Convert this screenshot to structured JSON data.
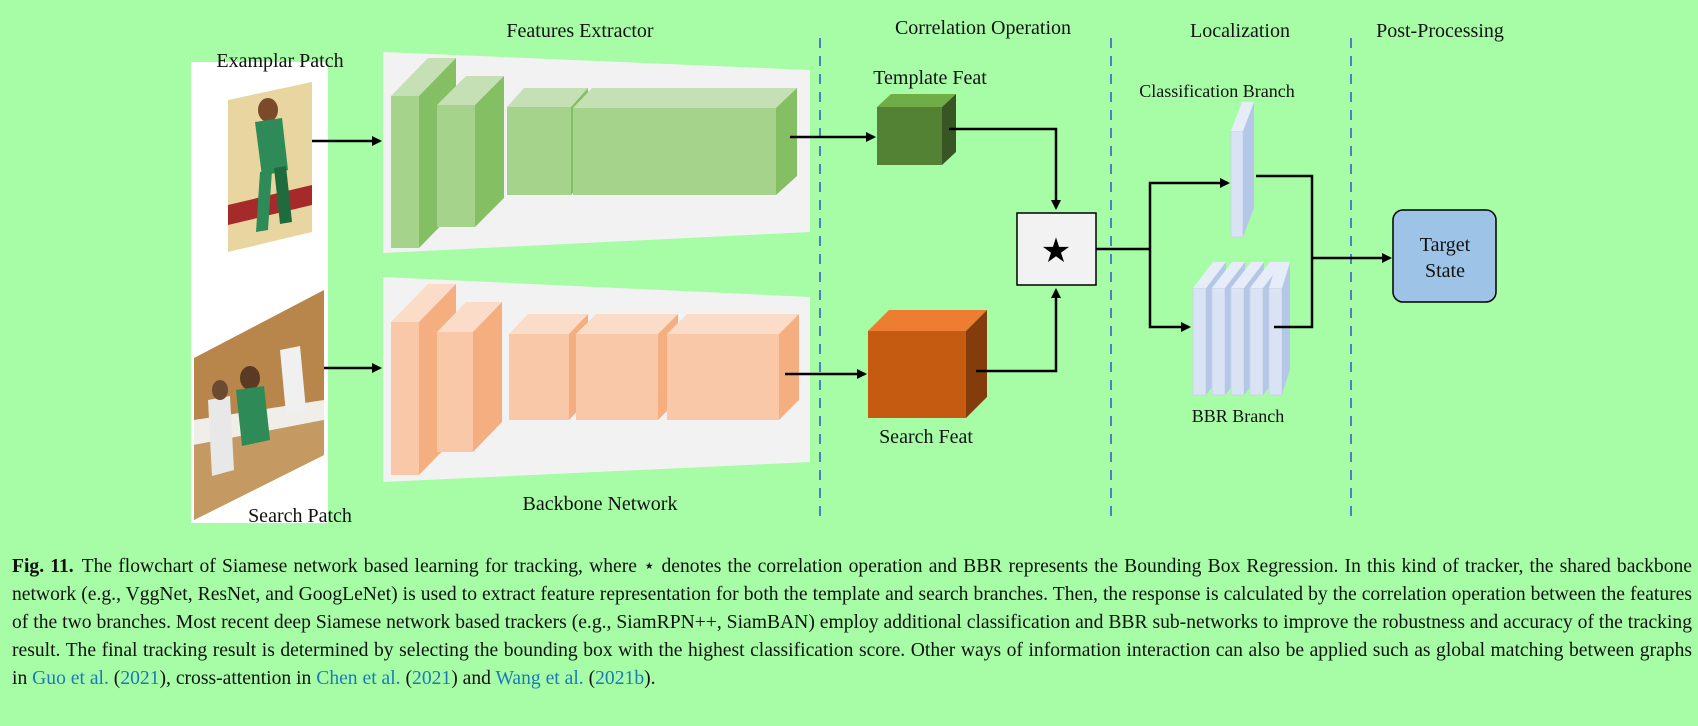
{
  "diagram": {
    "sections": {
      "features_extractor": "Features Extractor",
      "correlation_operation": "Correlation Operation",
      "localization": "Localization",
      "post_processing": "Post-Processing"
    },
    "inputs": {
      "exemplar_patch": "Examplar Patch",
      "search_patch": "Search Patch"
    },
    "backbone_label": "Backbone Network",
    "template_feat": "Template Feat",
    "search_feat": "Search Feat",
    "correlation_symbol": "★",
    "classification_branch": "Classification Branch",
    "bbr_branch": "BBR Branch",
    "target_state_line1": "Target",
    "target_state_line2": "State",
    "colors": {
      "background": "#a7fca6",
      "template_block": "#a5d38c",
      "search_block": "#f8c8a8",
      "template_feat": "#548235",
      "search_feat": "#c55a11",
      "branch": "#b4c7e7",
      "target_state": "#9dc3e6",
      "divider": "#4472c4"
    }
  },
  "caption": {
    "label": "Fig. 11.",
    "text_1": "The flowchart of Siamese network based learning for tracking, where ⋆ denotes the correlation operation and BBR represents the Bounding Box Regression. In this kind of tracker, the shared backbone network (e.g., VggNet, ResNet, and GoogLeNet) is used to extract feature representation for both the template and search branches. Then, the response is calculated by the correlation operation between the features of the two branches. Most recent deep Siamese network based trackers (e.g., SiamRPN++, SiamBAN) employ additional classification and BBR sub-networks to improve the robustness and accuracy of the tracking result. The final tracking result is determined by selecting the bounding box with the highest classification score. Other ways of information interaction can also be applied such as global matching between graphs in",
    "cite_1_author": "Guo et al.",
    "cite_1_year": "2021",
    "text_2": "), cross-attention in",
    "cite_2_author": "Chen et al.",
    "cite_2_year": "2021",
    "text_3": ") and",
    "cite_3_author": "Wang et al.",
    "cite_3_year": "2021b",
    "text_4": ")."
  }
}
